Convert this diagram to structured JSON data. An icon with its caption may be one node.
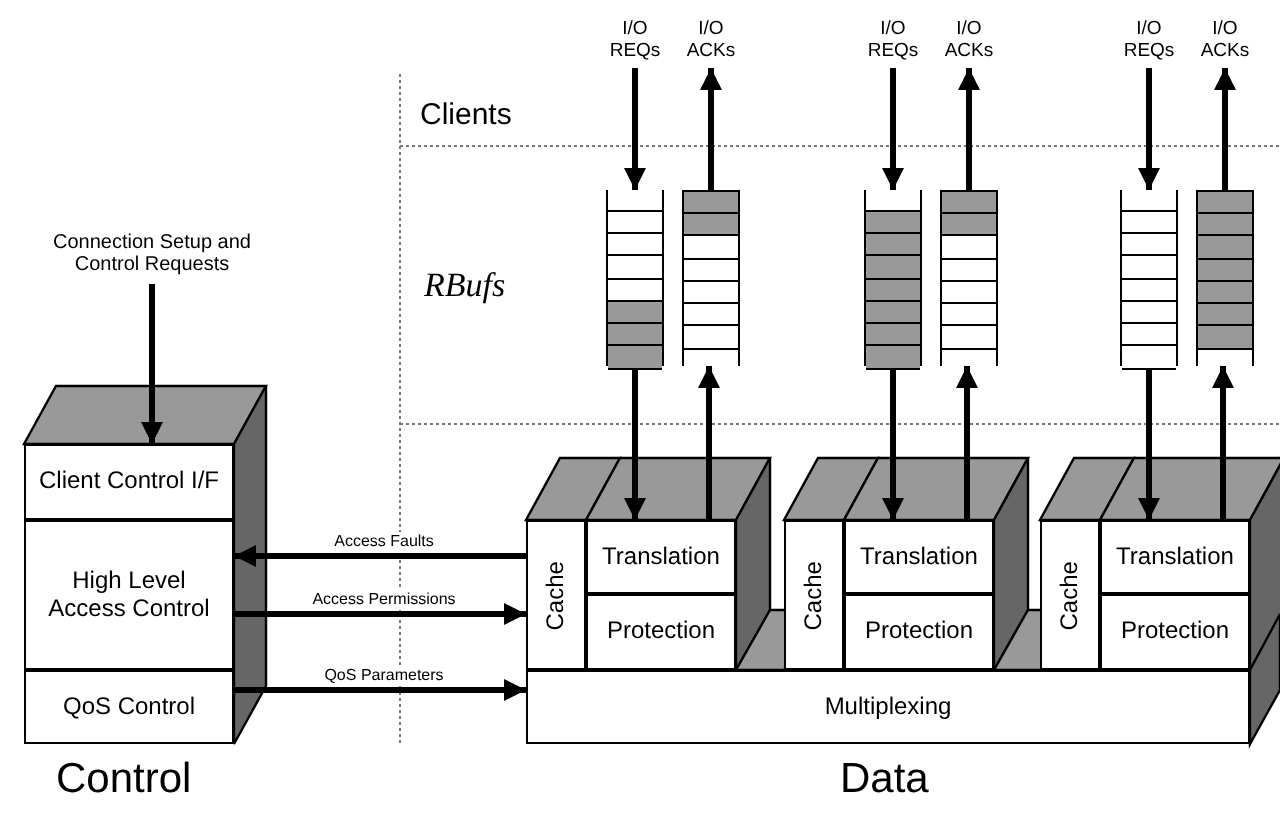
{
  "diagram": {
    "nodes": [
      {
        "text": [
          "Connection Setup and Control Requests"
        ]
      },
      {
        "text": [
          "Client Control I/F"
        ]
      },
      {
        "text": [
          "High Level Access Control"
        ]
      },
      {
        "text": [
          "QoS Control"
        ]
      },
      {
        "text": [
          "I/O REQs"
        ]
      },
      {
        "text": [
          "I/O ACKs"
        ]
      },
      {
        "text": [
          "I/O REQs"
        ]
      },
      {
        "text": [
          "I/O ACKs"
        ]
      },
      {
        "text": [
          "I/O REQs"
        ]
      },
      {
        "text": [
          "I/O ACKs"
        ]
      },
      {
        "text": [],
        "shape": "box"
      },
      {
        "text": [],
        "shape": "box"
      },
      {
        "text": [],
        "shape": "box"
      },
      {
        "text": [],
        "shape": "box"
      },
      {
        "text": [],
        "shape": "box"
      },
      {
        "text": [],
        "shape": "box"
      },
      {
        "text": [
          "Cache"
        ]
      },
      {
        "text": [
          "Translation"
        ]
      },
      {
        "text": [
          "Protection"
        ]
      },
      {
        "text": [
          "Cache"
        ]
      },
      {
        "text": [
          "Translation"
        ]
      },
      {
        "text": [
          "Protection"
        ]
      },
      {
        "text": [
          "Cache"
        ]
      },
      {
        "text": [
          "Translation"
        ]
      },
      {
        "text": [
          "Protection"
        ]
      },
      {
        "text": [
          "Multiplexing"
        ]
      }
    ],
    "edges": [
      {
        "from": 0,
        "to": 1,
        "arrow": "to"
      },
      {
        "from": 16,
        "to": 2,
        "arrow": "to",
        "label": "Access Faults"
      },
      {
        "from": 2,
        "to": 16,
        "arrow": "to",
        "label": "Access Permissions"
      },
      {
        "from": 3,
        "to": 25,
        "arrow": "to",
        "label": "QoS Parameters"
      },
      {
        "from": 4,
        "to": 10,
        "arrow": "to"
      },
      {
        "from": 10,
        "to": 17,
        "arrow": "to"
      },
      {
        "from": 17,
        "to": 11,
        "arrow": "to"
      },
      {
        "from": 11,
        "to": 5,
        "arrow": "to"
      },
      {
        "from": 6,
        "to": 12,
        "arrow": "to"
      },
      {
        "from": 12,
        "to": 20,
        "arrow": "to"
      },
      {
        "from": 20,
        "to": 13,
        "arrow": "to"
      },
      {
        "from": 13,
        "to": 7,
        "arrow": "to"
      },
      {
        "from": 8,
        "to": 14,
        "arrow": "to"
      },
      {
        "from": 14,
        "to": 23,
        "arrow": "to"
      },
      {
        "from": 23,
        "to": 15,
        "arrow": "to"
      },
      {
        "from": 15,
        "to": 9,
        "arrow": "to"
      }
    ],
    "labels": [
      "Clients",
      "RBufs",
      "Control",
      "Data"
    ]
  }
}
